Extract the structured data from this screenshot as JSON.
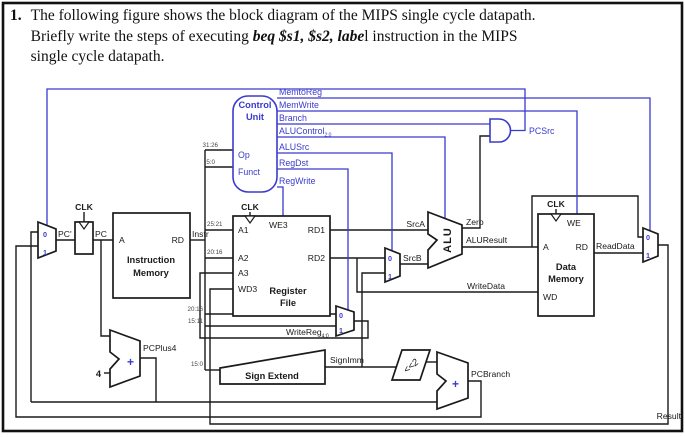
{
  "question": {
    "number": "1.",
    "line1": "The following figure shows the block diagram of the MIPS single cycle datapath.",
    "line2_prefix": "Briefly write the steps of executing ",
    "line2_em": "beq $s1, $s2, labe",
    "line2_suffix": "l instruction in the MIPS",
    "line3": "single cycle datapath."
  },
  "colors": {
    "control_blue": "#3a3ace",
    "datapath_black": "#1a1a1a"
  },
  "control_unit": {
    "title_line1": "Control",
    "title_line2": "Unit",
    "op": "Op",
    "funct": "Funct",
    "op_bits": "31:26",
    "funct_bits": "5:0",
    "memtoreg": "MemtoReg",
    "memwrite": "MemWrite",
    "branch": "Branch",
    "alucontrol": "ALUControl",
    "alucontrol_sub": "2:0",
    "alusrc": "ALUSrc",
    "regdst": "RegDst",
    "regwrite": "RegWrite",
    "pcsrc": "PCSrc"
  },
  "pc_stage": {
    "clk": "CLK",
    "pc_next": "PC'",
    "pc": "PC"
  },
  "instruction_memory": {
    "a": "A",
    "rd": "RD",
    "name_line1": "Instruction",
    "name_line2": "Memory",
    "instr": "Instr"
  },
  "register_file": {
    "clk": "CLK",
    "we3": "WE3",
    "a1": "A1",
    "a2": "A2",
    "a3": "A3",
    "wd3": "WD3",
    "rd1": "RD1",
    "rd2": "RD2",
    "name_line1": "Register",
    "name_line2": "File",
    "a1_bits": "25:21",
    "a2_bits": "20:16",
    "wr_bits_0": "20:16",
    "wr_bits_1": "15:11",
    "writereg": "WriteReg",
    "writereg_sub": "4:0"
  },
  "sign_extend": {
    "name": "Sign Extend",
    "bits": "15:0",
    "signimm": "SignImm"
  },
  "shifter": {
    "label": "<<2"
  },
  "alu": {
    "name": "ALU",
    "srca": "SrcA",
    "srcb": "SrcB",
    "zero": "Zero",
    "result": "ALUResult",
    "writedata": "WriteData"
  },
  "data_memory": {
    "clk": "CLK",
    "we": "WE",
    "a": "A",
    "rd": "RD",
    "wd": "WD",
    "name_line1": "Data",
    "name_line2": "Memory",
    "readdata": "ReadData"
  },
  "adders": {
    "plus": "+",
    "four": "4",
    "pcplus4": "PCPlus4",
    "pcbranch": "PCBranch"
  },
  "result_label": "Result",
  "mux": {
    "zero": "0",
    "one": "1"
  }
}
